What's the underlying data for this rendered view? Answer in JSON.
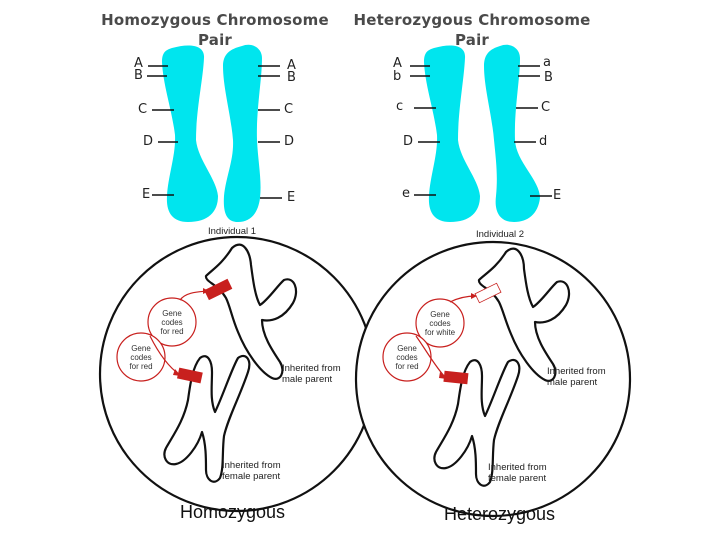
{
  "top": {
    "homozygous_title": "Homozygous Chromosome\nPair",
    "heterozygous_title": "Heterozygous Chromosome\nPair",
    "homozygous_left_alleles": [
      "A",
      "B",
      "C",
      "D",
      "E"
    ],
    "homozygous_right_alleles": [
      "A",
      "B",
      "C",
      "D",
      "E"
    ],
    "heterozygous_left_alleles": [
      "A",
      "b",
      "c",
      "D",
      "e"
    ],
    "heterozygous_right_alleles": [
      "a",
      "B",
      "C",
      "d",
      "E"
    ],
    "chromosome_color": "#00e5ee"
  },
  "bottom": {
    "individual1_label": "Individual 1",
    "individual2_label": "Individual 2",
    "ind1_upper_bubble": "Gene\ncodes\nfor red",
    "ind1_lower_bubble": "Gene\ncodes\nfor red",
    "ind2_upper_bubble": "Gene\ncodes\nfor white",
    "ind2_lower_bubble": "Gene\ncodes\nfor red",
    "male_label_1": "Inherited from\nmale parent",
    "female_label_1": "Inherited from\nfemale parent",
    "male_label_2": "Inherited from\nmale parent",
    "female_label_2": "Inherited from\nfemale parent",
    "homozygous_caption": "Homozygous",
    "heterozygous_caption": "Heterozygous",
    "gene_red_color": "#c8201e",
    "bubble_outline_color": "#c8201e"
  }
}
